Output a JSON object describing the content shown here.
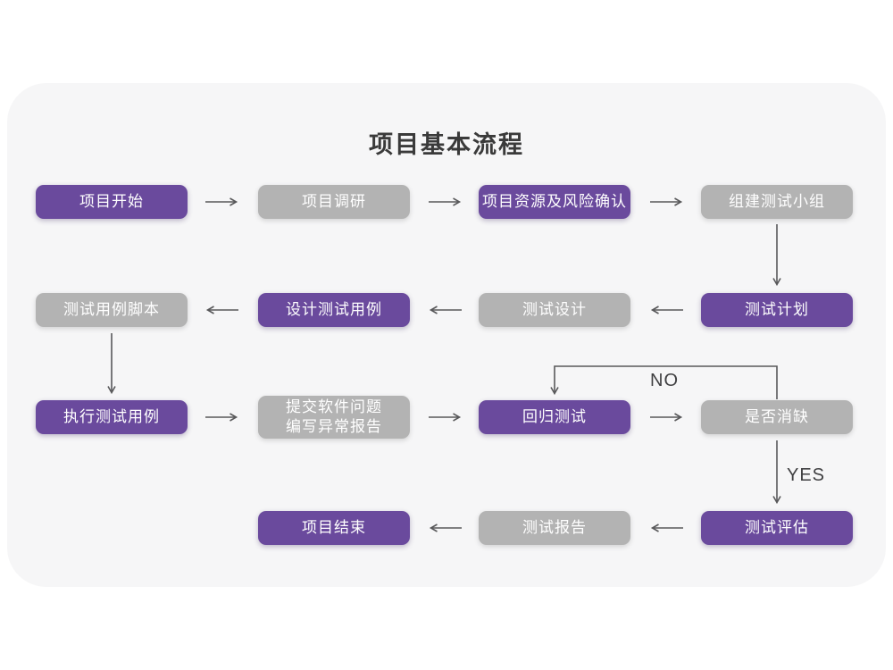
{
  "title": "项目基本流程",
  "colors": {
    "node_purple": "#6a4a9d",
    "node_gray": "#b3b3b3",
    "card_background": "#f6f6f7",
    "page_background": "#ffffff",
    "arrow": "#58585a",
    "node_text": "#ffffff",
    "title_text": "#3a3a3a"
  },
  "flow": {
    "row1": {
      "start": "项目开始",
      "research": "项目调研",
      "risk": "项目资源及风险确认",
      "team": "组建测试小组"
    },
    "row2": {
      "script": "测试用例脚本",
      "design_case": "设计测试用例",
      "test_design": "测试设计",
      "plan": "测试计划"
    },
    "row3": {
      "execute": "执行测试用例",
      "issue_report": "提交软件问题\n编写异常报告",
      "regression": "回归测试",
      "defect_check": "是否消缺"
    },
    "row4": {
      "end": "项目结束",
      "report": "测试报告",
      "evaluate": "测试评估"
    },
    "labels": {
      "no": "NO",
      "yes": "YES"
    }
  }
}
